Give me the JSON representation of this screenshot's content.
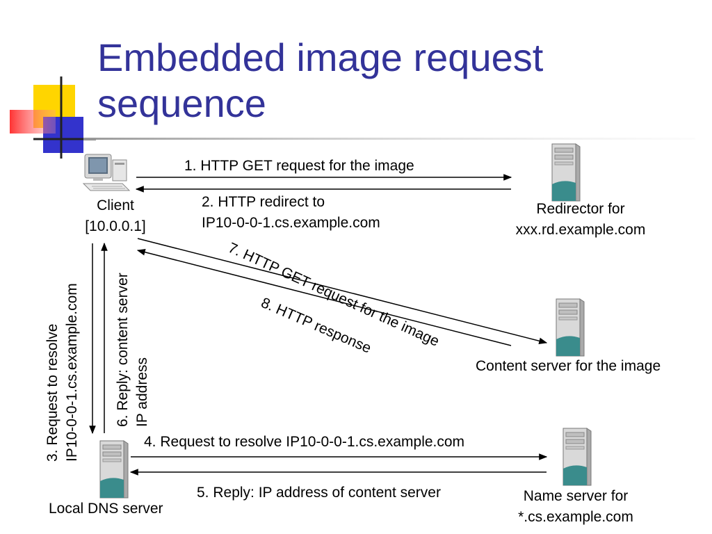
{
  "slide": {
    "title_line1": "Embedded image request",
    "title_line2": "sequence"
  },
  "nodes": {
    "client_label": "Client",
    "client_ip": "[10.0.0.1]",
    "redirector_line1": "Redirector for",
    "redirector_line2": "xxx.rd.example.com",
    "content_server": "Content server for the image",
    "local_dns": "Local DNS server",
    "name_server_line1": "Name server for",
    "name_server_line2": "*.cs.example.com"
  },
  "messages": {
    "m1": "1. HTTP GET request for the image",
    "m2_line1": "2. HTTP redirect to",
    "m2_line2": "IP10-0-0-1.cs.example.com",
    "m3_line1": "3. Request to resolve",
    "m3_line2": "IP10-0-0-1.cs.example.com",
    "m4": "4. Request to resolve IP10-0-0-1.cs.example.com",
    "m5": "5. Reply: IP address of content server",
    "m6_line1": "6. Reply: content server",
    "m6_line2": "IP address",
    "m7": "7. HTTP GET request for the image",
    "m8": "8. HTTP response"
  },
  "colors": {
    "title": "#333399",
    "deco_yellow": "#ffd500",
    "deco_red": "#ff3333",
    "deco_blue": "#3333cc"
  }
}
